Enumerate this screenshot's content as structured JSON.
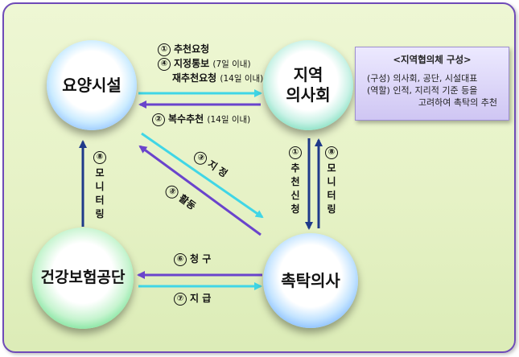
{
  "nodes": {
    "yoyang": "요양시설",
    "jiyeok_line1": "지역",
    "jiyeok_line2": "의사회",
    "geongang": "건강보험공단",
    "chuktak": "촉탁의사"
  },
  "infobox": {
    "title": "<지역협의체 구성>",
    "line1": "(구성) 의사회, 공단, 시설대표",
    "line2": "(역할) 인적, 지리적 기준 등을",
    "line3": "고려하여 촉탁의 추천"
  },
  "labels": {
    "step1": {
      "num": "①",
      "text": "추천요청"
    },
    "step4": {
      "num": "④",
      "text": "지정통보",
      "note": "(7일 이내)"
    },
    "step4b": {
      "text": "재추천요청",
      "note": "(14일 이내)"
    },
    "step2": {
      "num": "②",
      "text": "복수추천",
      "note": "(14일 이내)"
    },
    "step3": {
      "num": "③",
      "text": "지 정"
    },
    "step5": {
      "num": "⑤",
      "text": "활동"
    },
    "step6": {
      "num": "⑥",
      "text": "청 구"
    },
    "step7": {
      "num": "⑦",
      "text": "지 급"
    },
    "left_monitor": {
      "num": "⑧",
      "chars": [
        "모",
        "니",
        "터",
        "링"
      ]
    },
    "mid_recommend": {
      "num": "①",
      "chars": [
        "추",
        "천",
        "신",
        "청"
      ]
    },
    "right_monitor": {
      "num": "⑧",
      "chars": [
        "모",
        "니",
        "터",
        "링"
      ]
    }
  },
  "colors": {
    "cyan_arrow": "#40d6e6",
    "purple_arrow": "#6a44cc",
    "navy_arrow": "#1f3a8a",
    "frame": "#6f4bb8"
  }
}
